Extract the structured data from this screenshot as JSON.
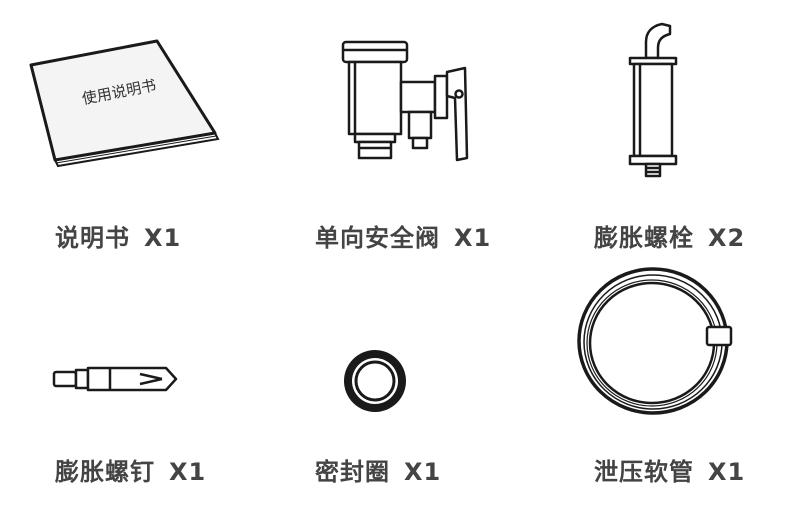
{
  "items": [
    {
      "label": "说明书",
      "qty": "X1",
      "book_text": "使用说明书"
    },
    {
      "label": "单向安全阀",
      "qty": "X1"
    },
    {
      "label": "膨胀螺栓",
      "qty": "X2"
    },
    {
      "label": "膨胀螺钉",
      "qty": "X1"
    },
    {
      "label": "密封圈",
      "qty": "X1"
    },
    {
      "label": "泄压软管",
      "qty": "X1"
    }
  ],
  "colors": {
    "line": "#1a1a1a",
    "text": "#444444",
    "fill_light": "#f2f2f2"
  }
}
